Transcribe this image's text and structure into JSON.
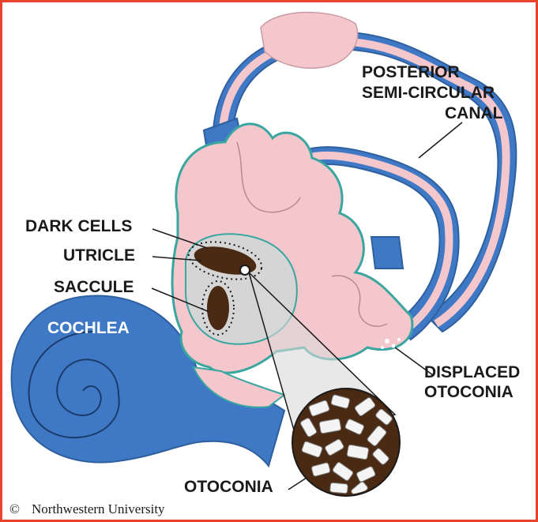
{
  "labels": {
    "posterior_line1": "POSTERIOR",
    "posterior_line2": "SEMI-CIRCULAR",
    "posterior_line3": "CANAL",
    "dark_cells": "DARK CELLS",
    "utricle": "UTRICLE",
    "saccule": "SACCULE",
    "cochlea": "COCHLEA",
    "displaced_line1": "DISPLACED",
    "displaced_line2": "OTOCONIA",
    "otoconia": "OTOCONIA"
  },
  "credit": {
    "symbol": "©",
    "text": "Northwestern University"
  },
  "colors": {
    "frame": "#e8432d",
    "tissue_pink": "#f4c7cc",
    "canal_blue": "#3f79c5",
    "teal_outline": "#3aa6a0",
    "membrane_gray": "#d5d5d5",
    "otoconia_brown": "#4a2a12",
    "crystal_white": "#f4f4f4"
  }
}
